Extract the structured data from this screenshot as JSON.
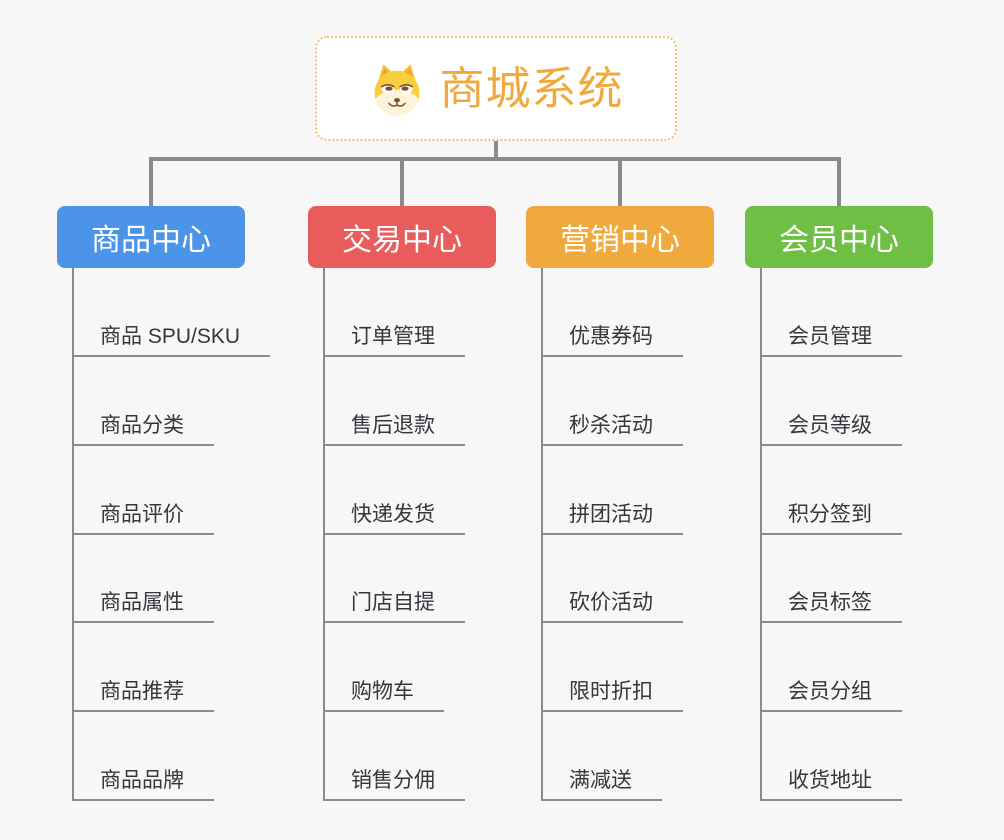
{
  "root": {
    "title": "商城系统",
    "icon": "doge-icon",
    "text_color": "#efa93e",
    "border_color": "#f3be76"
  },
  "colors": {
    "background": "#f7f7f7",
    "connector": "#8a8a8a",
    "leaf_text": "#34373c"
  },
  "branches": [
    {
      "label": "商品中心",
      "color": "#4b94e8",
      "items": [
        "商品 SPU/SKU",
        "商品分类",
        "商品评价",
        "商品属性",
        "商品推荐",
        "商品品牌"
      ]
    },
    {
      "label": "交易中心",
      "color": "#e85d5b",
      "items": [
        "订单管理",
        "售后退款",
        "快递发货",
        "门店自提",
        "购物车",
        "销售分佣"
      ]
    },
    {
      "label": "营销中心",
      "color": "#efa93c",
      "items": [
        "优惠券码",
        "秒杀活动",
        "拼团活动",
        "砍价活动",
        "限时折扣",
        "满减送"
      ]
    },
    {
      "label": "会员中心",
      "color": "#6ebf43",
      "items": [
        "会员管理",
        "会员等级",
        "积分签到",
        "会员标签",
        "会员分组",
        "收货地址"
      ]
    }
  ]
}
